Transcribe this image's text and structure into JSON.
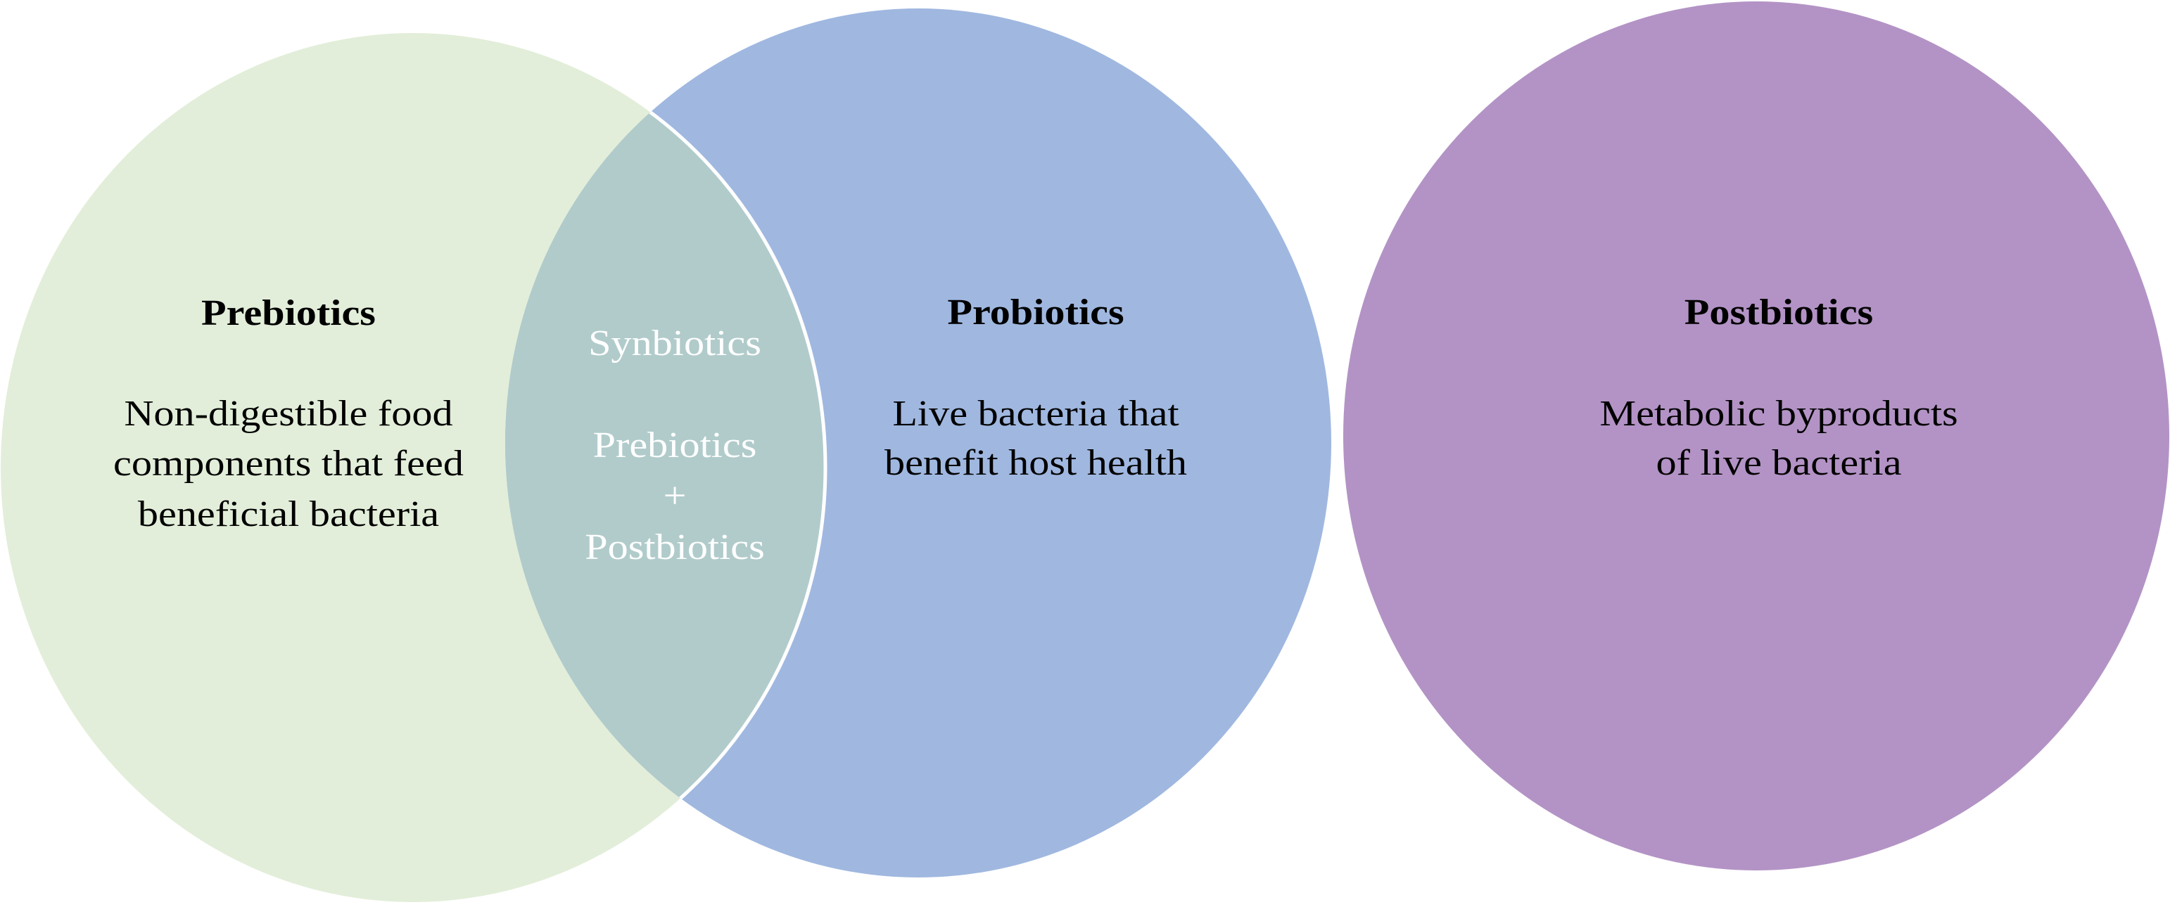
{
  "diagram": {
    "type": "venn",
    "colors": {
      "background": "#ffffff",
      "prebiotics_fill": "#E2EED9",
      "probiotics_fill": "#A0B8E0",
      "overlap_fill": "#B1CBCB",
      "postbiotics_fill": "#B393C5",
      "overlap_outline": "#ffffff",
      "label_text": "#000000",
      "overlap_text": "#ffffff"
    },
    "prebiotics": {
      "title": "Prebiotics",
      "description_lines": [
        "Non-digestible food",
        "components that feed",
        "beneficial bacteria"
      ]
    },
    "probiotics": {
      "title": "Probiotics",
      "description_lines": [
        "Live bacteria that",
        "benefit host health"
      ]
    },
    "overlap": {
      "title": "Synbiotics",
      "formula_lines": [
        "Prebiotics",
        "+",
        "Postbiotics"
      ]
    },
    "postbiotics": {
      "title": "Postbiotics",
      "description_lines": [
        "Metabolic byproducts",
        "of live bacteria"
      ]
    }
  }
}
